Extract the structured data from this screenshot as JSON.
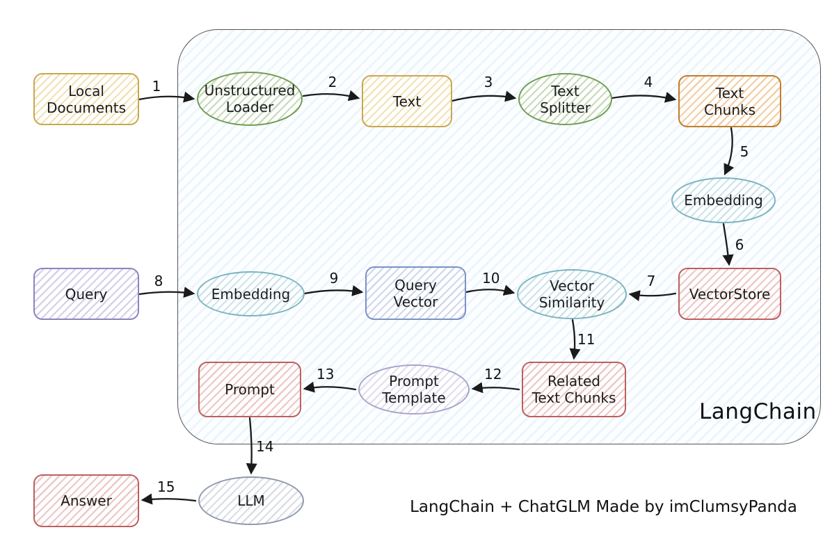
{
  "diagram": {
    "container_label": "LangChain",
    "caption": "LangChain + ChatGLM Made by imClumsyPanda"
  },
  "nodes": {
    "local_documents": {
      "label": "Local\nDocuments",
      "shape": "rect",
      "color": "#c9a84c"
    },
    "unstructured_loader": {
      "label": "Unstructured\nLoader",
      "shape": "ellipse",
      "color": "#6f9c52"
    },
    "text": {
      "label": "Text",
      "shape": "rect",
      "color": "#c9a84c"
    },
    "text_splitter": {
      "label": "Text\nSplitter",
      "shape": "ellipse",
      "color": "#6f9c52"
    },
    "text_chunks": {
      "label": "Text\nChunks",
      "shape": "rect",
      "color": "#bf7e2c"
    },
    "embedding_docs": {
      "label": "Embedding",
      "shape": "ellipse",
      "color": "#7ab3bf"
    },
    "vectorstore": {
      "label": "VectorStore",
      "shape": "rect",
      "color": "#bd5f5f"
    },
    "query": {
      "label": "Query",
      "shape": "rect",
      "color": "#8c83c0"
    },
    "embedding_query": {
      "label": "Embedding",
      "shape": "ellipse",
      "color": "#7ab3bf"
    },
    "query_vector": {
      "label": "Query\nVector",
      "shape": "rect",
      "color": "#7c90c6"
    },
    "vector_similarity": {
      "label": "Vector\nSimilarity",
      "shape": "ellipse",
      "color": "#7ab3bf"
    },
    "related_text_chunks": {
      "label": "Related\nText Chunks",
      "shape": "rect",
      "color": "#bd5f5f"
    },
    "prompt_template": {
      "label": "Prompt\nTemplate",
      "shape": "ellipse",
      "color": "#a8a3cb"
    },
    "prompt": {
      "label": "Prompt",
      "shape": "rect",
      "color": "#bd5f5f"
    },
    "llm": {
      "label": "LLM",
      "shape": "ellipse",
      "color": "#8f9aad"
    },
    "answer": {
      "label": "Answer",
      "shape": "rect",
      "color": "#bd5f5f"
    }
  },
  "edges": {
    "e1": {
      "label": "1",
      "from": "local_documents",
      "to": "unstructured_loader"
    },
    "e2": {
      "label": "2",
      "from": "unstructured_loader",
      "to": "text"
    },
    "e3": {
      "label": "3",
      "from": "text",
      "to": "text_splitter"
    },
    "e4": {
      "label": "4",
      "from": "text_splitter",
      "to": "text_chunks"
    },
    "e5": {
      "label": "5",
      "from": "text_chunks",
      "to": "embedding_docs"
    },
    "e6": {
      "label": "6",
      "from": "embedding_docs",
      "to": "vectorstore"
    },
    "e7": {
      "label": "7",
      "from": "vectorstore",
      "to": "vector_similarity"
    },
    "e8": {
      "label": "8",
      "from": "query",
      "to": "embedding_query"
    },
    "e9": {
      "label": "9",
      "from": "embedding_query",
      "to": "query_vector"
    },
    "e10": {
      "label": "10",
      "from": "query_vector",
      "to": "vector_similarity"
    },
    "e11": {
      "label": "11",
      "from": "vector_similarity",
      "to": "related_text_chunks"
    },
    "e12": {
      "label": "12",
      "from": "related_text_chunks",
      "to": "prompt_template"
    },
    "e13": {
      "label": "13",
      "from": "prompt_template",
      "to": "prompt"
    },
    "e14": {
      "label": "14",
      "from": "prompt",
      "to": "llm"
    },
    "e15": {
      "label": "15",
      "from": "llm",
      "to": "answer"
    }
  },
  "colors": {
    "arrow": "#1a1a1a",
    "container_border": "#555555",
    "container_hatch": "#8dc5eb",
    "yellow": "#c9a84c",
    "green": "#6f9c52",
    "orange": "#bf7e2c",
    "teal": "#7ab3bf",
    "red": "#bd5f5f",
    "purple": "#8c83c0",
    "blue": "#7c90c6",
    "lavender": "#a8a3cb",
    "slate": "#8f9aad"
  }
}
